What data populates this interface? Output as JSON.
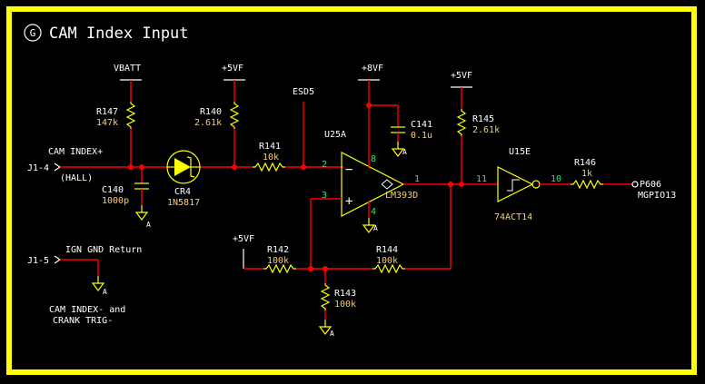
{
  "title": "CAM Index Input",
  "title_badge": "G",
  "connectors": {
    "j1_4": "J1-4",
    "j1_5": "J1-5",
    "cam_index_plus": "CAM INDEX+",
    "hall": "(HALL)",
    "ign_gnd_return": "IGN GND Return",
    "cam_index_minus_1": "CAM INDEX- and",
    "cam_index_minus_2": "CRANK TRIG-",
    "p606": "P606",
    "mgpio13": "MGPIO13"
  },
  "power": {
    "vbatt": "VBATT",
    "p5vf_r140": "+5VF",
    "esd5": "ESD5",
    "p8vf": "+8VF",
    "p5vf_r145": "+5VF",
    "p5vf_r142": "+5VF"
  },
  "components": {
    "r147_ref": "R147",
    "r147_val": "147k",
    "r140_ref": "R140",
    "r140_val": "2.61k",
    "r141_ref": "R141",
    "r141_val": "10k",
    "c140_ref": "C140",
    "c140_val": "1000p",
    "cr4_ref": "CR4",
    "cr4_val": "1N5817",
    "u25a_ref": "U25A",
    "u25a_val": "LM393D",
    "c141_ref": "C141",
    "c141_val": "0.1u",
    "r145_ref": "R145",
    "r145_val": "2.61k",
    "u15e_ref": "U15E",
    "u15e_val": "74ACT14",
    "r146_ref": "R146",
    "r146_val": "1k",
    "r142_ref": "R142",
    "r142_val": "100k",
    "r144_ref": "R144",
    "r144_val": "100k",
    "r143_ref": "R143",
    "r143_val": "100k"
  },
  "pins": {
    "u25_in_minus": "2",
    "u25_in_plus": "3",
    "u25_vcc": "8",
    "u25_gnd": "4",
    "u25_out": "1",
    "u15_in": "11",
    "u15_out": "10"
  },
  "opamp_signs": {
    "minus": "−",
    "plus": "+"
  },
  "ground_symbol": "A",
  "colors": {
    "border": "#ffff00",
    "wire": "#ff0000",
    "component": "#ffff00",
    "text": "#ffffff",
    "value_text": "#ffcc66",
    "pin_number": "#00ff66"
  }
}
